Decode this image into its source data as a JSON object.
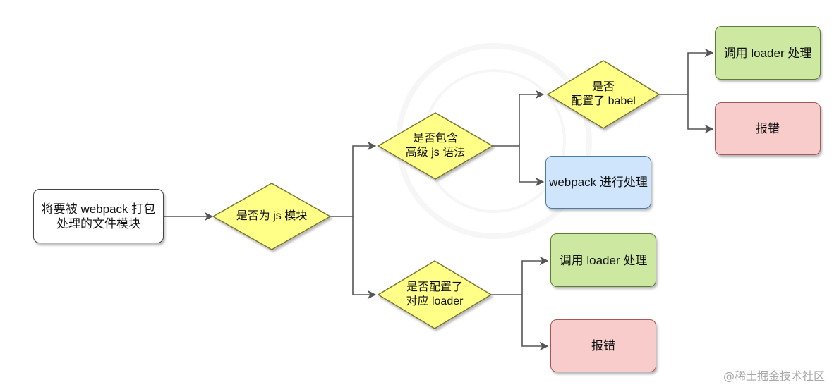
{
  "nodes": {
    "start": {
      "label": "将要被 webpack 打包\n处理的文件模块"
    },
    "is_js_module": {
      "label": "是否为 js 模块"
    },
    "has_advanced_syntax": {
      "label": "是否包含\n高级 js 语法"
    },
    "babel_configured": {
      "label": "是否\n配置了 babel"
    },
    "loader_configured": {
      "label": "是否配置了\n对应 loader"
    },
    "use_loader_top": {
      "label": "调用 loader 处理"
    },
    "error_top": {
      "label": "报错"
    },
    "webpack_process": {
      "label": "webpack 进行处理"
    },
    "use_loader_bottom": {
      "label": "调用 loader 处理"
    },
    "error_bottom": {
      "label": "报错"
    }
  },
  "watermark": {
    "brand": "@稀土掘金技术社区"
  },
  "colors": {
    "start_fill": "#ffffff",
    "decision_fill": "#ffff88",
    "decision_stroke": "#777733",
    "action_green": "#cde8a0",
    "action_red": "#f9cccc",
    "action_blue": "#cfe5fb",
    "connector": "#555555"
  }
}
